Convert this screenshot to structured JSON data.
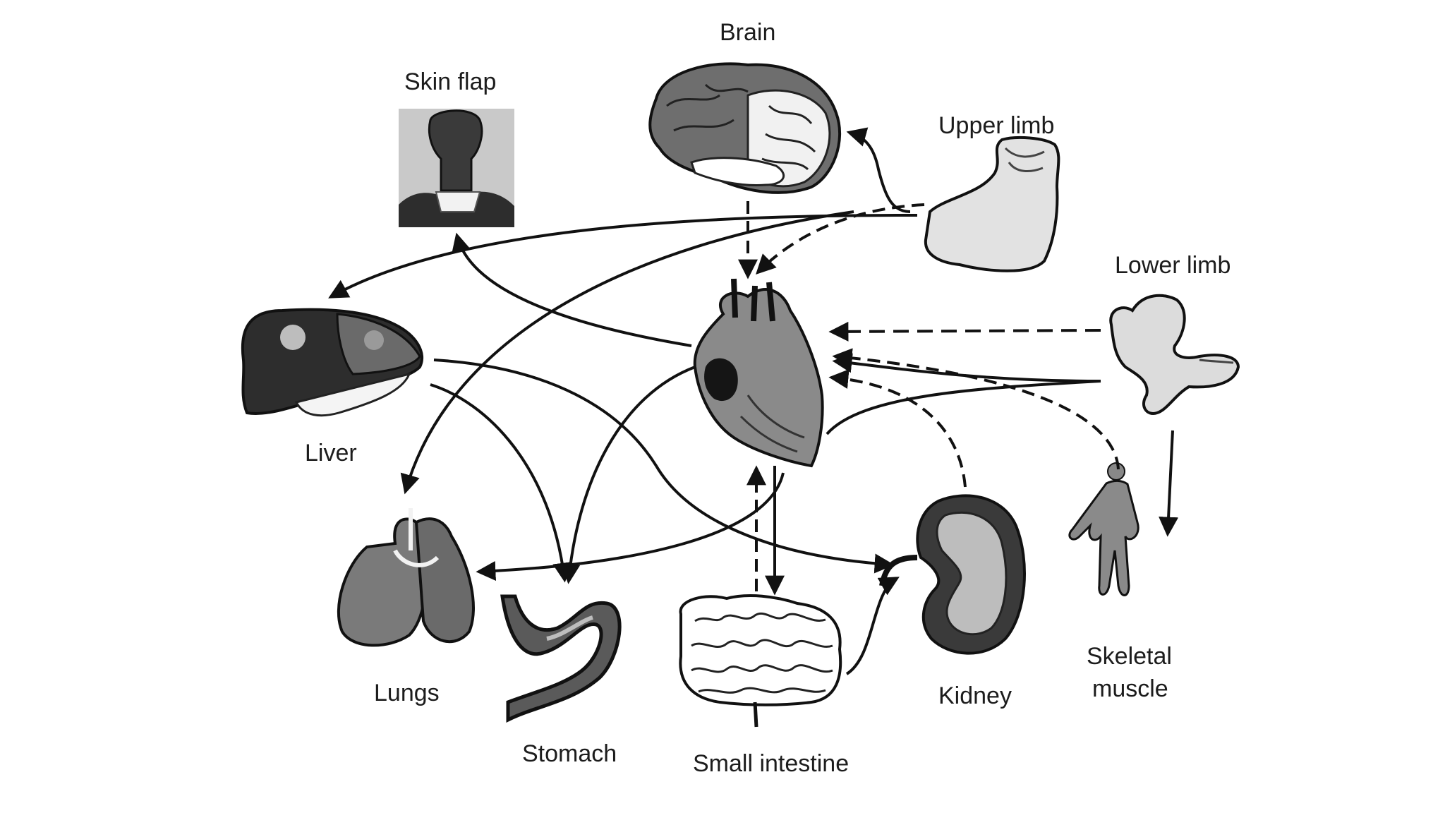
{
  "labels": {
    "brain": "Brain",
    "skin_flap": "Skin flap",
    "upper_limb": "Upper limb",
    "lower_limb": "Lower limb",
    "liver": "Liver",
    "lungs": "Lungs",
    "stomach": "Stomach",
    "small_intestine": "Small intestine",
    "kidney": "Kidney",
    "skeletal_muscle_1": "Skeletal",
    "skeletal_muscle_2": "muscle"
  },
  "icons": [
    "brain-icon",
    "skin-flap-icon",
    "upper-limb-icon",
    "lower-limb-icon",
    "liver-icon",
    "heart-icon",
    "lungs-icon",
    "stomach-icon",
    "small-intestine-icon",
    "kidney-icon",
    "skeletal-muscle-icon"
  ],
  "colors": {
    "ink": "#111111",
    "dark": "#3a3a3a",
    "mid": "#7a7a7a",
    "light": "#c8c8c8",
    "pale": "#e6e6e6"
  }
}
